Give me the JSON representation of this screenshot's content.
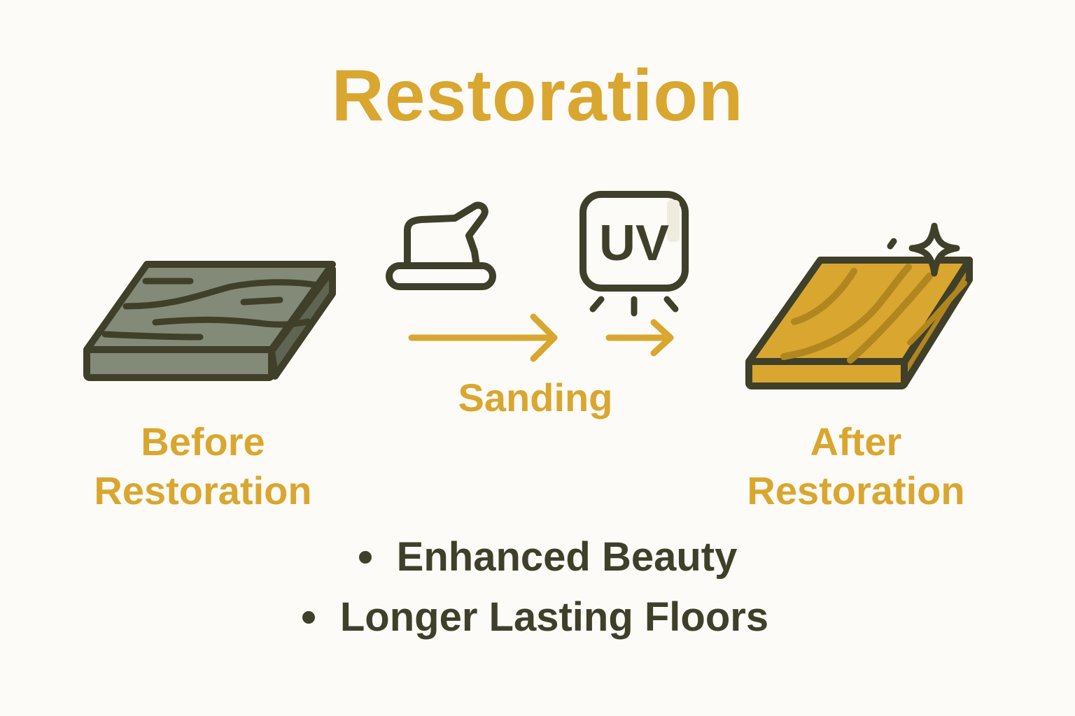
{
  "title": "Restoration",
  "colors": {
    "background": "#fdfbf7",
    "accent": "#d9a730",
    "outline": "#3f3f2a",
    "worn_wood": "#848a78",
    "restored_wood": "#d9a730",
    "restored_grain": "#b1861f"
  },
  "before": {
    "label_line1": "Before",
    "label_line2": "Restoration",
    "icon": "worn-wood-plank-icon"
  },
  "process": {
    "step1_icon": "floor-sander-icon",
    "step2_icon": "uv-lamp-icon",
    "uv_text": "UV",
    "label": "Sanding"
  },
  "after": {
    "label_line1": "After",
    "label_line2": "Restoration",
    "icon": "restored-wood-plank-icon",
    "sparkle_icon": "sparkle-icon"
  },
  "benefits": [
    "Enhanced Beauty",
    "Longer Lasting Floors"
  ]
}
